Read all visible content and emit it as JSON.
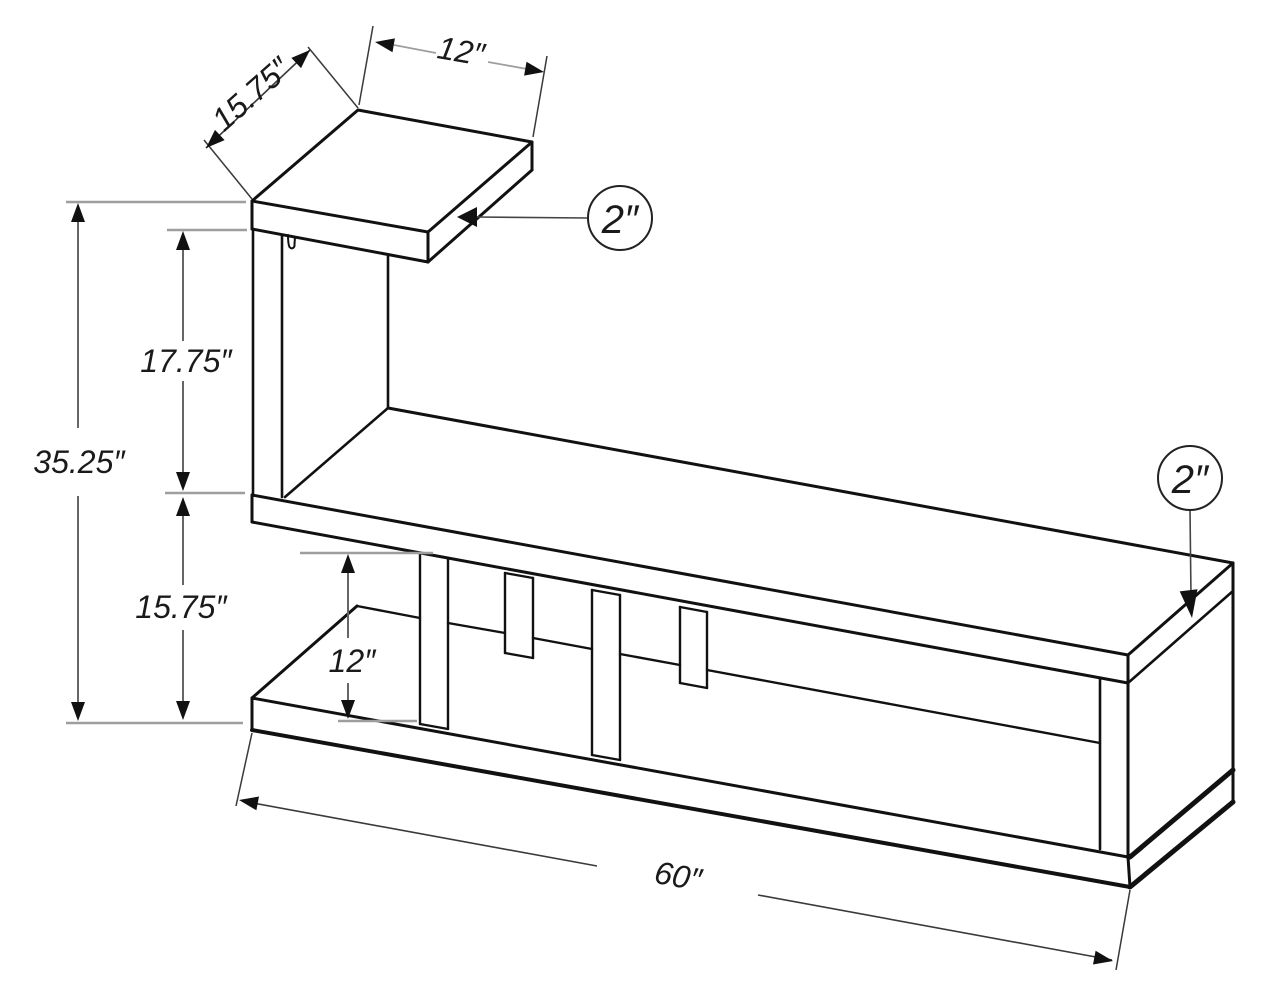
{
  "figure": {
    "kind": "isometric technical line drawing",
    "subject": "wall-mount TV console shelf with side table top, open middle shelf, dividers and bottom shelf"
  },
  "colors": {
    "background": "#ffffff",
    "structure": "#111111",
    "dim_line": "#3a3a3a",
    "stem": "#666666",
    "tick": "#9e9e9e",
    "leader": "#444444",
    "circle": "#222222",
    "arrow": "#111111",
    "text": "#1a1a1a"
  },
  "annotations": {
    "top_depth": "15.75″",
    "top_width": "12″",
    "top_thickness_callout": "2″",
    "total_height": "35.25″",
    "upper_section_height": "17.75″",
    "lower_section_height": "15.75″",
    "shelf_opening_height": "12″",
    "overall_length": "60″",
    "shelf_thickness_callout": "2″"
  }
}
